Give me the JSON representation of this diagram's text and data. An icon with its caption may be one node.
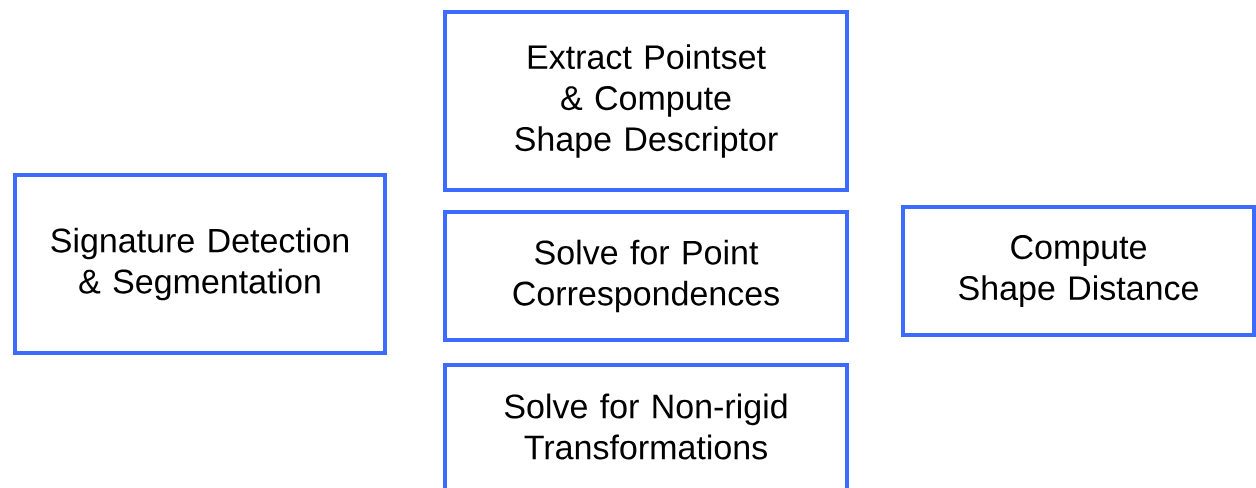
{
  "diagram": {
    "nodes": [
      {
        "text": [
          "Signature Detection & Segmentation"
        ]
      },
      {
        "text": [
          "Extract Pointset & Compute Shape Descriptor"
        ]
      },
      {
        "text": [
          "Solve for Point Correspondences"
        ]
      },
      {
        "text": [
          "Compute Shape Distance"
        ]
      },
      {
        "text": [
          "Solve for Non-rigid Transformations"
        ]
      }
    ]
  }
}
